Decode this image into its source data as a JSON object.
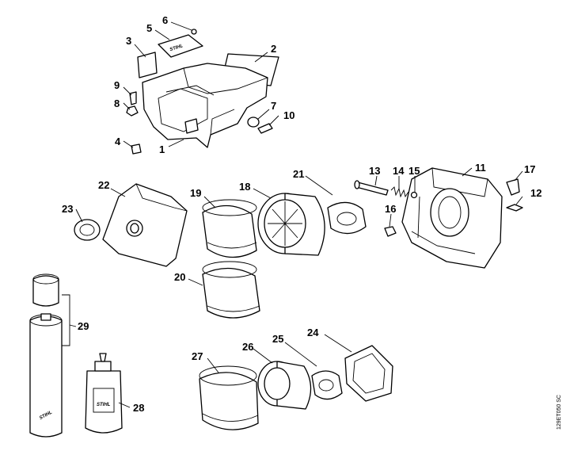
{
  "callouts": [
    {
      "id": "c1",
      "text": "1"
    },
    {
      "id": "c2",
      "text": "2"
    },
    {
      "id": "c3",
      "text": "3"
    },
    {
      "id": "c4",
      "text": "4"
    },
    {
      "id": "c5",
      "text": "5"
    },
    {
      "id": "c6",
      "text": "6"
    },
    {
      "id": "c7",
      "text": "7"
    },
    {
      "id": "c8",
      "text": "8"
    },
    {
      "id": "c9",
      "text": "9"
    },
    {
      "id": "c10",
      "text": "10"
    },
    {
      "id": "c11",
      "text": "11"
    },
    {
      "id": "c12",
      "text": "12"
    },
    {
      "id": "c13",
      "text": "13"
    },
    {
      "id": "c14",
      "text": "14"
    },
    {
      "id": "c15",
      "text": "15"
    },
    {
      "id": "c16",
      "text": "16"
    },
    {
      "id": "c17",
      "text": "17"
    },
    {
      "id": "c18",
      "text": "18"
    },
    {
      "id": "c19",
      "text": "19"
    },
    {
      "id": "c20",
      "text": "20"
    },
    {
      "id": "c21",
      "text": "21"
    },
    {
      "id": "c22",
      "text": "22"
    },
    {
      "id": "c23",
      "text": "23"
    },
    {
      "id": "c24",
      "text": "24"
    },
    {
      "id": "c25",
      "text": "25"
    },
    {
      "id": "c26",
      "text": "26"
    },
    {
      "id": "c27",
      "text": "27"
    },
    {
      "id": "c28",
      "text": "28"
    },
    {
      "id": "c29",
      "text": "29"
    }
  ],
  "drawing_code": "129ET050 SC",
  "brand_logo": "STIHL"
}
